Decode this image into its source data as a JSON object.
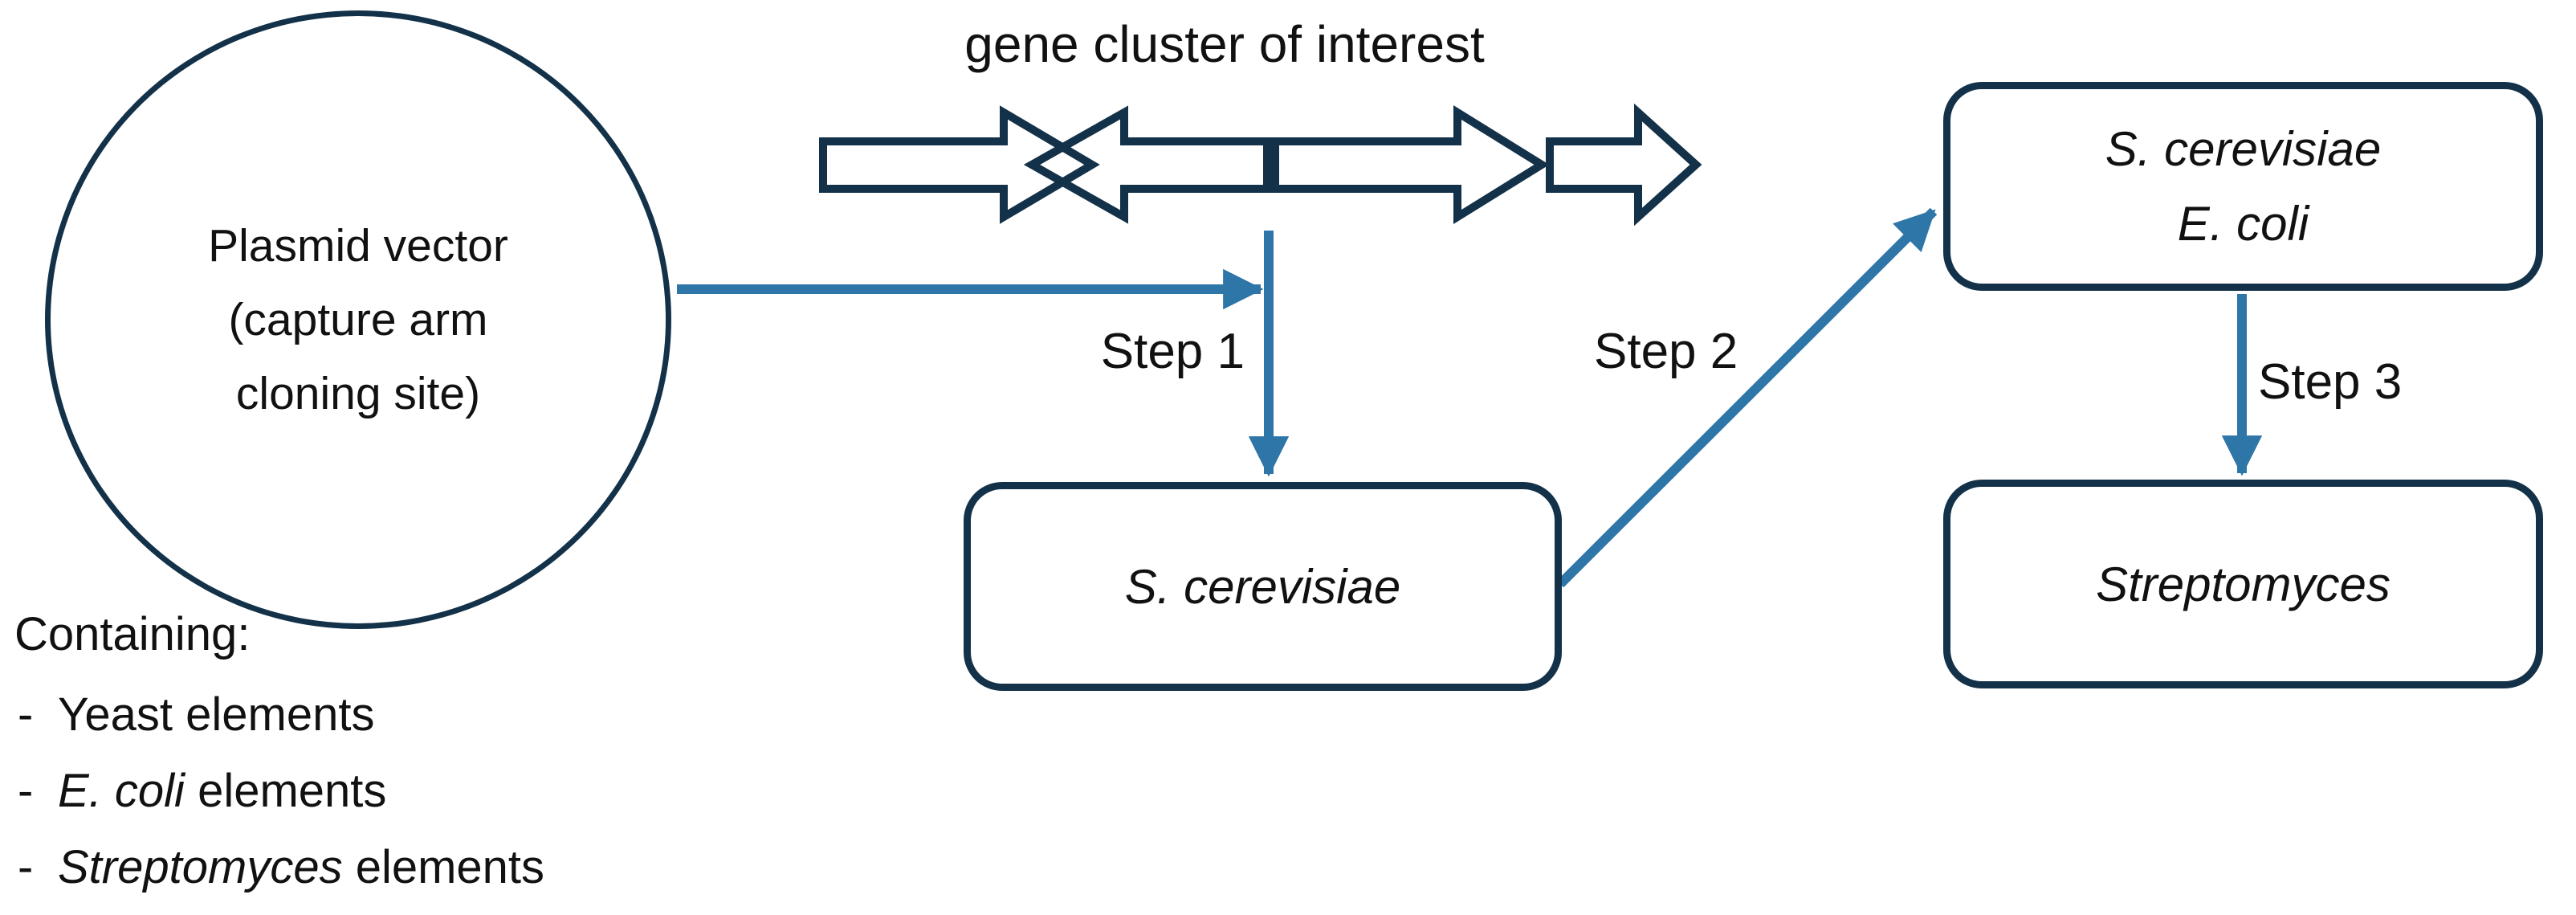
{
  "colors": {
    "navy": "#133249",
    "teal": "#2E76A8",
    "text": "#111111",
    "background": "#FFFFFF"
  },
  "plasmid": {
    "label": "Plasmid vector (capture arm cloning site)",
    "lines": [
      "Plasmid vector",
      "(capture arm",
      "cloning site)"
    ]
  },
  "gene_cluster": {
    "label": "gene cluster of interest",
    "arrows": [
      "right",
      "left",
      "right",
      "right"
    ]
  },
  "steps": {
    "step1": "Step 1",
    "step2": "Step 2",
    "step3": "Step 3"
  },
  "boxes": {
    "cerevisiae": {
      "label": "S. cerevisiae"
    },
    "cerevisiae_ecoli": {
      "lines": [
        "S. cerevisiae",
        "E. coli"
      ]
    },
    "streptomyces": {
      "label": "Streptomyces"
    }
  },
  "containing": {
    "title": "Containing:",
    "bullets": [
      {
        "marker": "-",
        "italic": "",
        "text": "Yeast elements"
      },
      {
        "marker": "-",
        "italic": "E. coli",
        "text": " elements"
      },
      {
        "marker": "-",
        "italic": "Streptomyces",
        "text": " elements"
      }
    ]
  }
}
